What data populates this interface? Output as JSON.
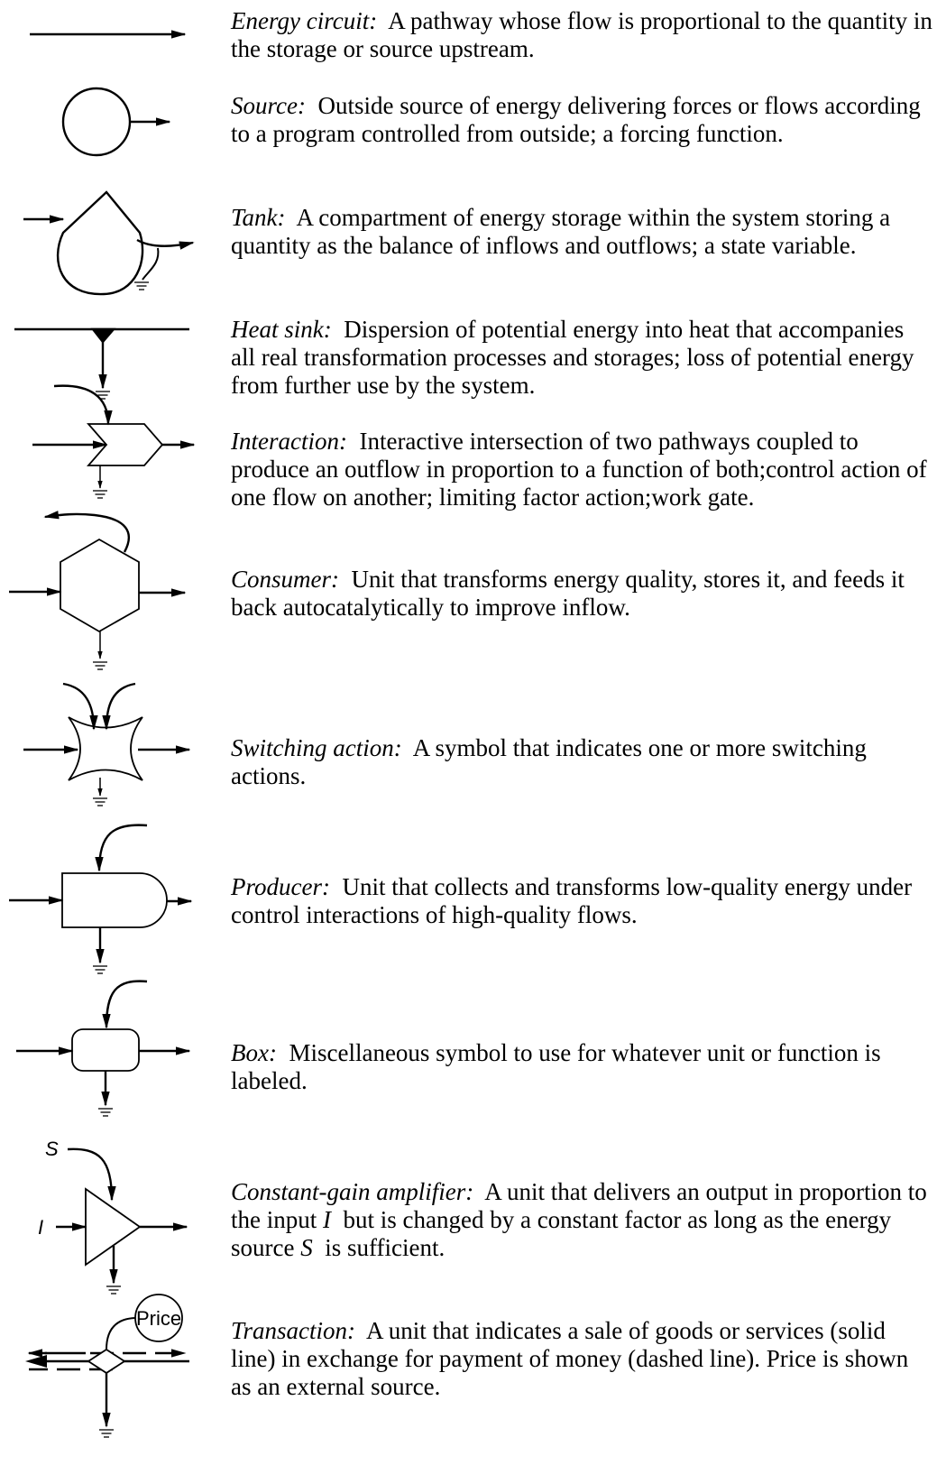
{
  "entries": [
    {
      "id": "energy-circuit",
      "term": "Energy circuit:",
      "definition": "A pathway whose flow is proportional to the quantity in the storage or source upstream."
    },
    {
      "id": "source",
      "term": "Source:",
      "definition": "Outside source of energy delivering forces or flows according to a program controlled from outside; a forcing function."
    },
    {
      "id": "tank",
      "term": "Tank:",
      "definition": "A compartment of energy storage within the system storing a quantity as the balance of inflows and outflows; a state variable."
    },
    {
      "id": "heat-sink",
      "term": "Heat sink:",
      "definition": "Dispersion of potential energy into heat that accompanies all real transformation processes and storages; loss of potential energy from further use by the system."
    },
    {
      "id": "interaction",
      "term": "Interaction:",
      "definition": "Interactive intersection of two pathways coupled to produce an outflow in proportion to a function of both;control action of one flow on another; limiting factor action;work gate."
    },
    {
      "id": "consumer",
      "term": "Consumer:",
      "definition": "Unit that transforms energy quality, stores it, and feeds it back autocatalytically to improve inflow."
    },
    {
      "id": "switching-action",
      "term": "Switching action:",
      "definition": "A symbol that indicates one or more switching actions."
    },
    {
      "id": "producer",
      "term": "Producer:",
      "definition": "Unit that collects and transforms low-quality energy under control interactions of high-quality flows."
    },
    {
      "id": "box",
      "term": "Box:",
      "definition": "Miscellaneous symbol to use for whatever unit or function is labeled."
    },
    {
      "id": "amplifier",
      "term": "Constant-gain amplifier:",
      "def_before_i": "A unit that delivers an output in proportion to the input",
      "var_i": "I",
      "def_mid": "but is changed by a constant factor as long as the energy source",
      "var_s": "S",
      "def_after": "is sufficient."
    },
    {
      "id": "transaction",
      "term": "Transaction:",
      "definition": "A unit that indicates a sale of goods or services (solid line) in exchange for payment of money (dashed line).  Price is shown as an external source."
    }
  ],
  "symbol_labels": {
    "amp_source": "S",
    "amp_input": "I",
    "price": "Price"
  }
}
